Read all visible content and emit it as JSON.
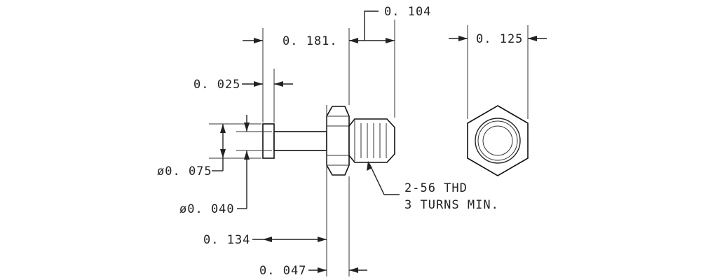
{
  "dimensions": {
    "d_0_104": "0. 104",
    "d_0_181": "0. 181.",
    "d_0_125": "0. 125",
    "d_0_025": "0. 025",
    "d_dia_0_075": "ø0. 075",
    "d_dia_0_040": "ø0. 040",
    "d_0_134": "0. 134",
    "d_0_047": "0. 047"
  },
  "note": {
    "line1": "2-56 THD",
    "line2": "3 TURNS MIN."
  }
}
